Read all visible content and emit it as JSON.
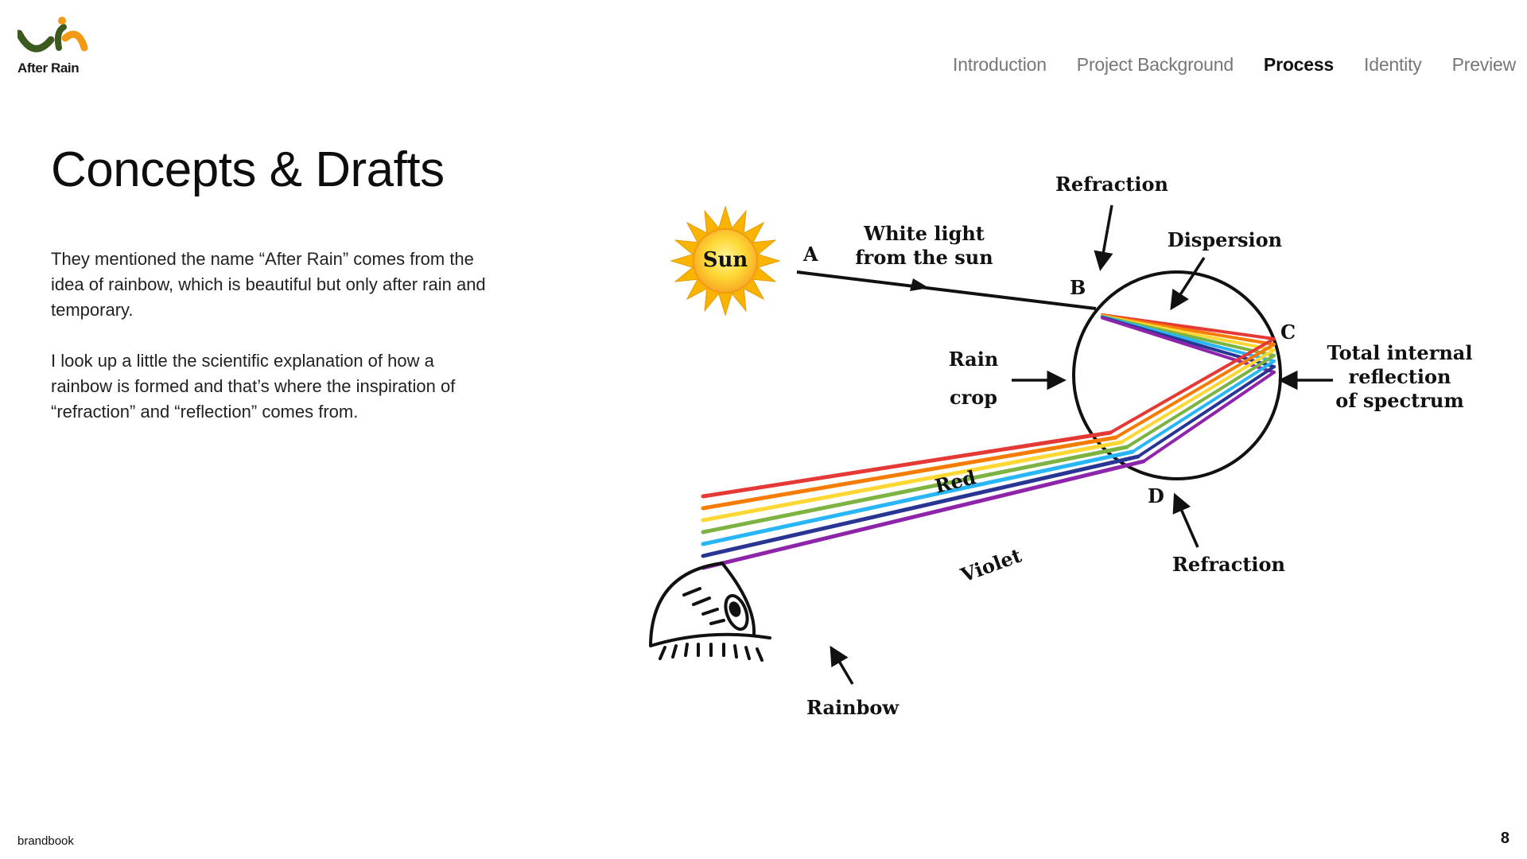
{
  "brand": {
    "name": "After Rain",
    "colors": {
      "green": "#3d5a1e",
      "orange": "#f29a16"
    }
  },
  "nav": {
    "items": [
      {
        "label": "Introduction"
      },
      {
        "label": "Project Background"
      },
      {
        "label": "Process"
      },
      {
        "label": "Identity"
      },
      {
        "label": "Preview"
      }
    ],
    "active": "Process"
  },
  "page": {
    "title": "Concepts & Drafts",
    "paragraphs": [
      "They mentioned the name “After Rain” comes from the idea of rainbow, which is beautiful but only after rain and temporary.",
      "I look up a little the scientific explanation of how a rainbow is formed and that’s where the inspiration of “refraction” and “reflection” comes from."
    ]
  },
  "diagram": {
    "labels": {
      "sun": "Sun",
      "point_a": "A",
      "point_b": "B",
      "point_c": "C",
      "point_d": "D",
      "white_light_1": "White light",
      "white_light_2": "from the sun",
      "refraction_top": "Refraction",
      "dispersion": "Dispersion",
      "rain_1": "Rain",
      "rain_2": "crop",
      "total_1": "Total internal",
      "total_2": "reflection",
      "total_3": "of spectrum",
      "red": "Red",
      "violet": "Violet",
      "refraction_bottom": "Refraction",
      "rainbow": "Rainbow"
    },
    "spectrum_colors": [
      "#e53935",
      "#f57c00",
      "#fdd835",
      "#7cb342",
      "#29b6f6",
      "#283593",
      "#8e24aa"
    ]
  },
  "footer": {
    "label": "brandbook",
    "page_number": "8"
  }
}
